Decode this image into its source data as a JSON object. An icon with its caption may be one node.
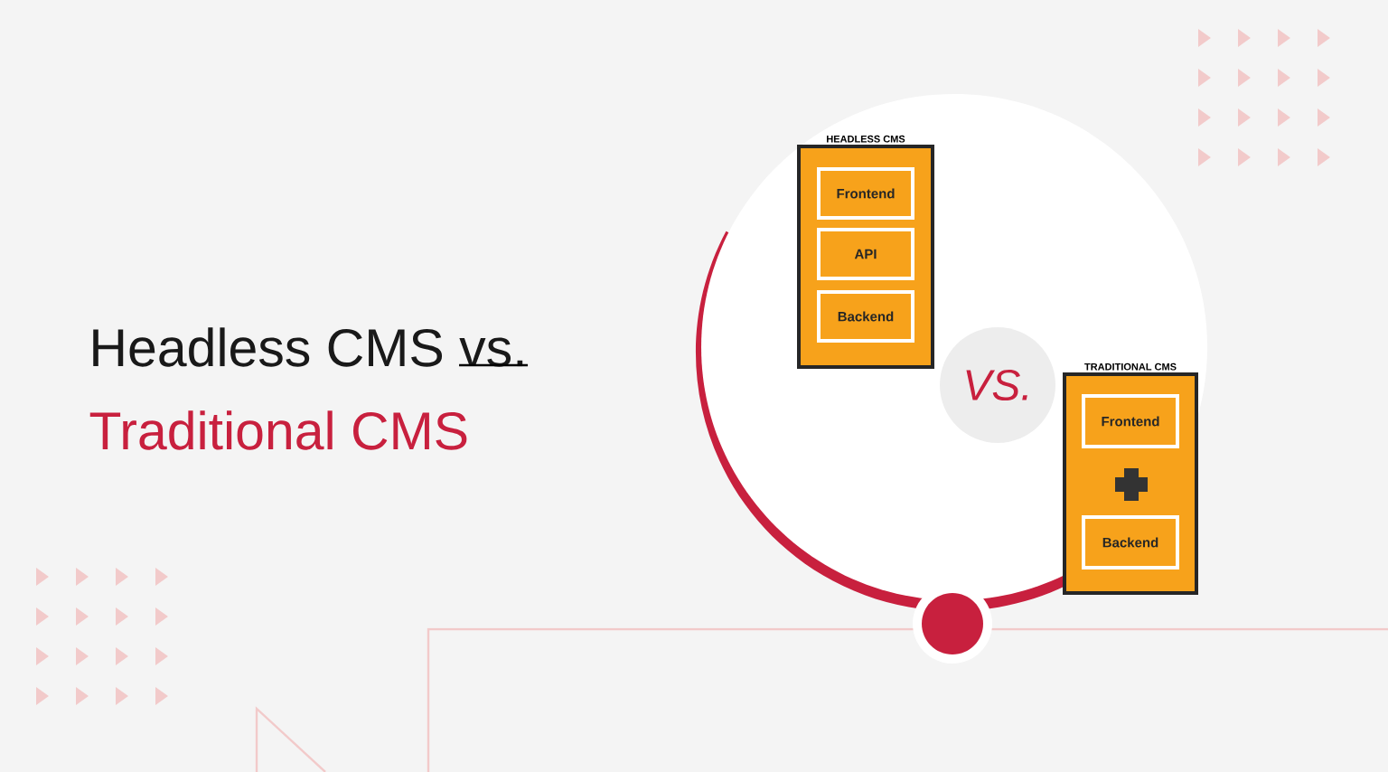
{
  "diagram": {
    "nodes": [
      {
        "text": [
          "HEADLESS CMS"
        ]
      },
      {
        "text": [
          "Frontend"
        ],
        "in": 0
      },
      {
        "text": [
          "API"
        ],
        "in": 0
      },
      {
        "text": [
          "Backend"
        ],
        "in": 0
      },
      {
        "text": [
          "VS."
        ]
      },
      {
        "text": [
          "TRADITIONAL CMS"
        ]
      },
      {
        "text": [
          "Frontend"
        ],
        "in": 5
      },
      {
        "text": [
          "Backend"
        ],
        "in": 5
      }
    ],
    "labels": [
      "Headless CMS vs.",
      "Traditional CMS"
    ]
  }
}
